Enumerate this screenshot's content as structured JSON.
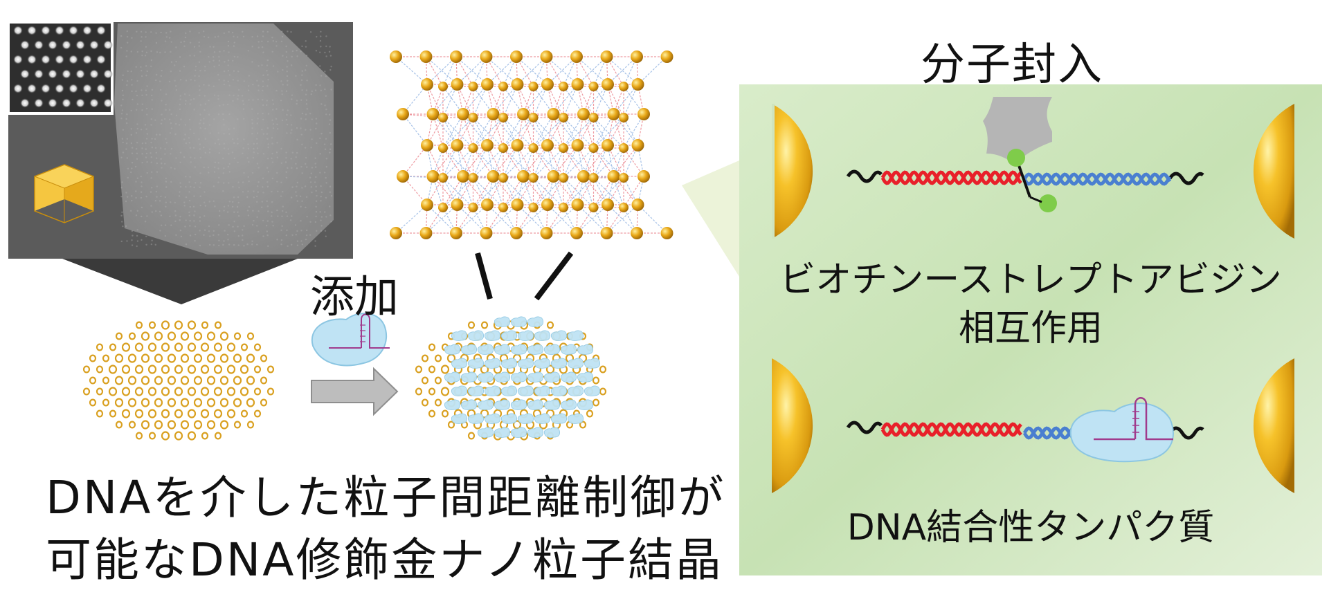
{
  "labels": {
    "additive": "添加",
    "encapsulation": "分子封入",
    "interaction_line1": "ビオチンーストレプトアビジン",
    "interaction_line2": "相互作用",
    "protein": "DNA結合性タンパク質",
    "caption_line1": "DNAを介した粒子間距離制御が",
    "caption_line2": "可能なDNA修飾金ナノ粒子結晶"
  },
  "colors": {
    "gold": "#f0b21a",
    "gold_dark": "#b57c0a",
    "dna_red": "#e8202a",
    "dna_blue": "#4a7fd0",
    "linker_black": "#111111",
    "biotin_green": "#7fcc4a",
    "panel_green": "#cfe6bf",
    "protein_blue": "#bfe3f4",
    "molecule_gray": "#b5b5b5",
    "tem_background": "#5a5a5a"
  },
  "icons": [
    "tem-micrograph",
    "cube-icon",
    "lattice-diagram",
    "arrow-right-icon",
    "protein-icon",
    "gold-nanoparticle",
    "molecule-icon"
  ]
}
